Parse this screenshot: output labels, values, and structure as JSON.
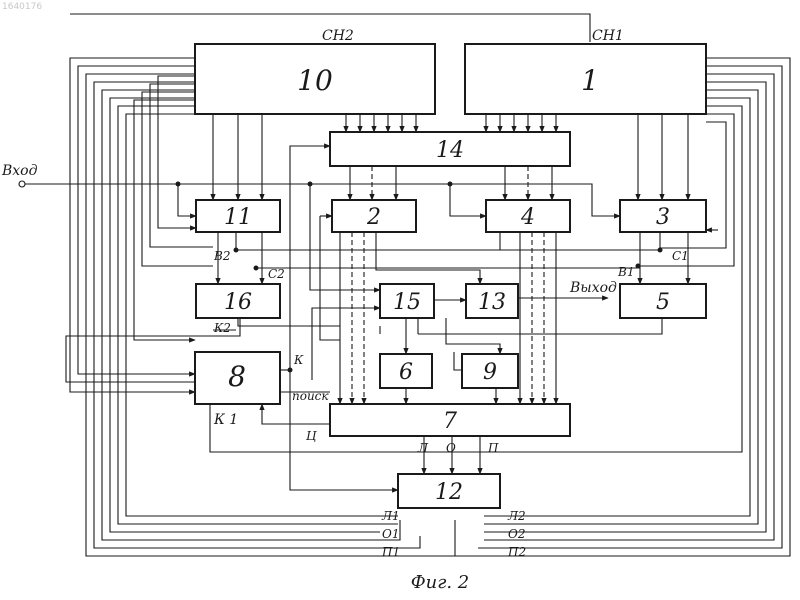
{
  "watermark": "1640176",
  "blocks": {
    "b1": "1",
    "b2": "2",
    "b3": "3",
    "b4": "4",
    "b5": "5",
    "b6": "6",
    "b7": "7",
    "b8": "8",
    "b9": "9",
    "b10": "10",
    "b11": "11",
    "b12": "12",
    "b13": "13",
    "b14": "14",
    "b15": "15",
    "b16": "16"
  },
  "labels": {
    "input": "Вход",
    "output": "Выход",
    "sn1": "СН1",
    "sn2": "СН2",
    "b1": "В1",
    "c1": "С1",
    "b2": "В2",
    "c2": "С2",
    "k": "К",
    "k1": "К 1",
    "k2": "К2",
    "search": "поиск",
    "ts": "Ц",
    "l": "Л",
    "o": "О",
    "p": "П",
    "l1": "Л1",
    "o1": "О1",
    "p1": "П1",
    "l2": "Л2",
    "o2": "О2",
    "p2": "П2"
  },
  "caption": "Фиг. 2"
}
